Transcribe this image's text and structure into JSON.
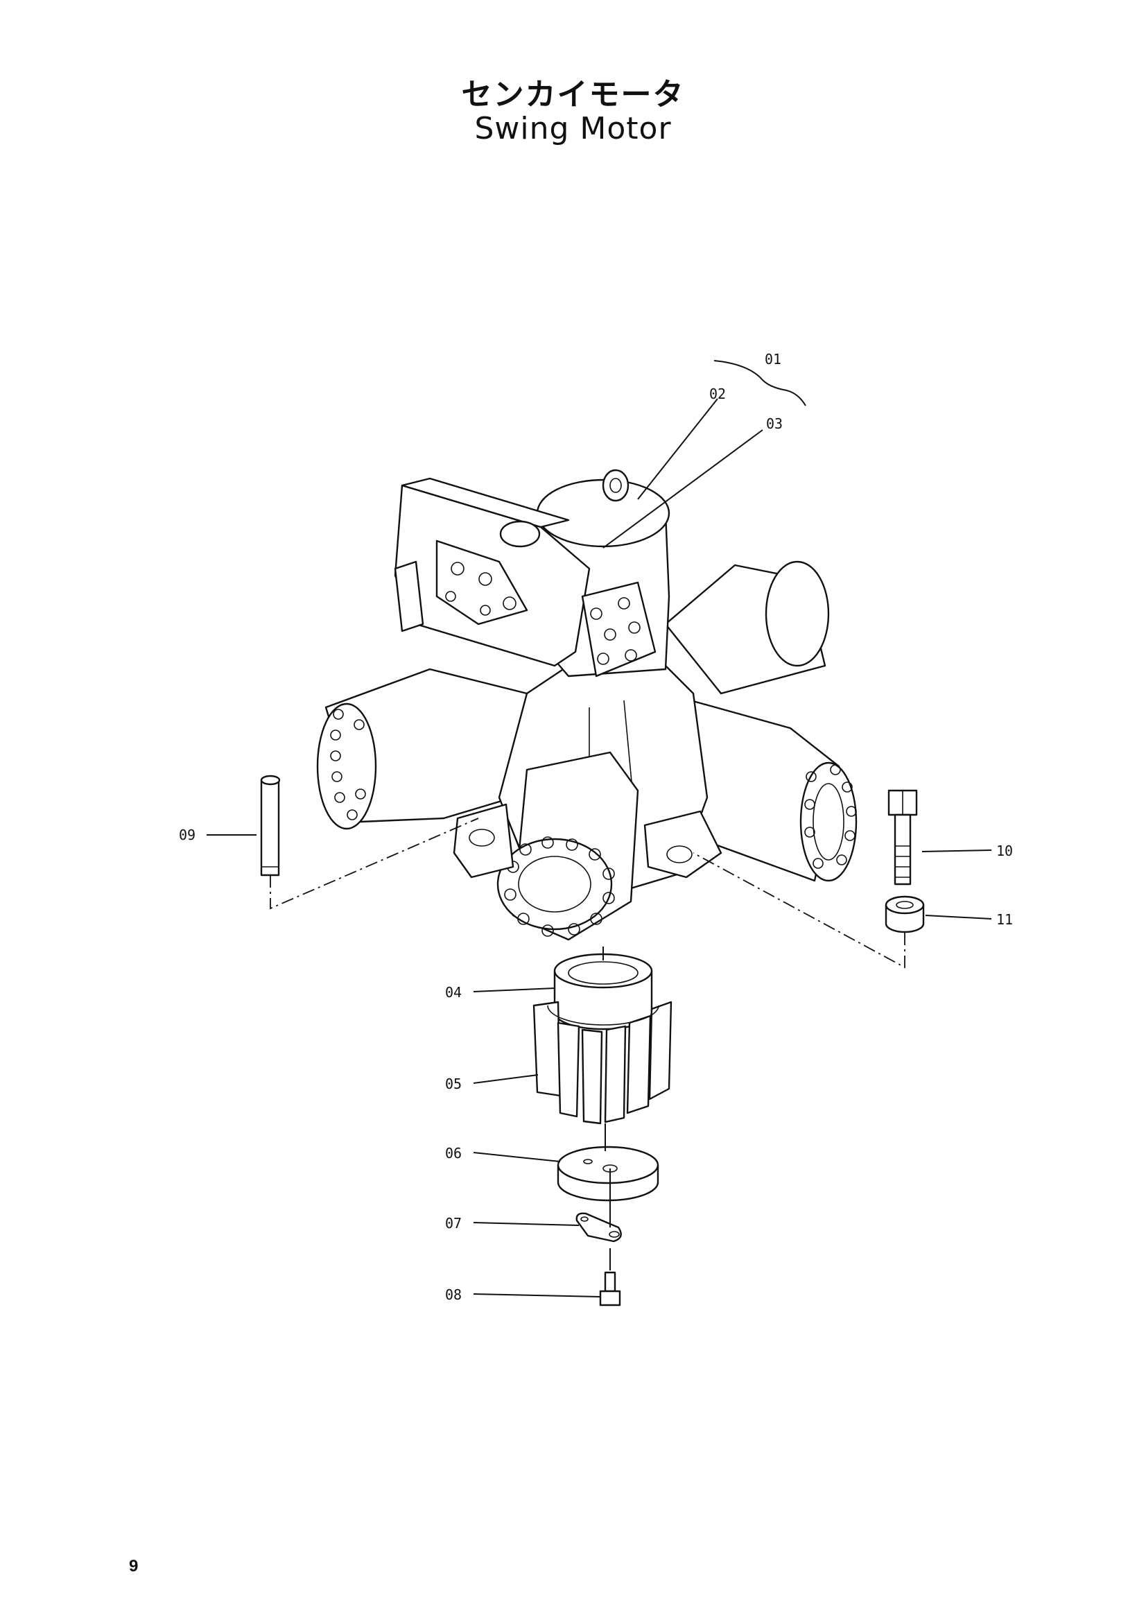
{
  "title": {
    "japanese": "センカイモータ",
    "english": "Swing Motor"
  },
  "page_number": "9",
  "callouts": [
    {
      "id": "01",
      "label": "01"
    },
    {
      "id": "02",
      "label": "02"
    },
    {
      "id": "03",
      "label": "03"
    },
    {
      "id": "04",
      "label": "04"
    },
    {
      "id": "05",
      "label": "05"
    },
    {
      "id": "06",
      "label": "06"
    },
    {
      "id": "07",
      "label": "07"
    },
    {
      "id": "08",
      "label": "08"
    },
    {
      "id": "09",
      "label": "09"
    },
    {
      "id": "10",
      "label": "10"
    },
    {
      "id": "11",
      "label": "11"
    }
  ]
}
